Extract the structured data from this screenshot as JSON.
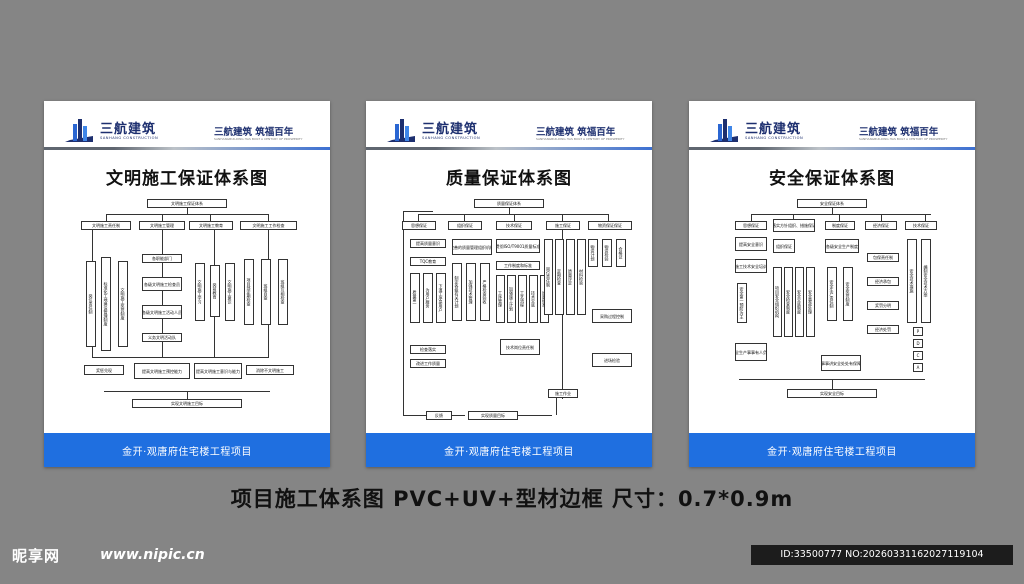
{
  "brand": {
    "name": "三航建筑",
    "sub": "SANHANG CONSTRUCTION",
    "slogan": "三航建筑  筑福百年",
    "slogan_sub": "SANHANGBUILDING HAS BUILT A CENTURY OF PROSPERITY"
  },
  "colors": {
    "navy": "#1d2f6f",
    "footer_blue": "#1f6fe0",
    "background": "#858585"
  },
  "footer_text": "金开·观唐府住宅楼工程项目",
  "boards": [
    {
      "title": "文明施工保证体系图",
      "nodes": {
        "root": "文明施工保证体系",
        "b1": "文明施工责任制",
        "b2": "文明施工管理",
        "b3": "文明施工教育",
        "b4": "文明施工工作检查",
        "v1": "岗位责任制",
        "v2": "标准化工地建设管理制度",
        "v3": "文明施工奖罚制度",
        "m1": "各职能部门",
        "m2": "各级文明施工检查员",
        "m3": "各级文明施工活动人员",
        "m4": "义务文明活动队",
        "v4": "文明施工学习",
        "v5": "岗前教育",
        "v6": "文明施工意识",
        "v7": "项目部定期检查",
        "v8": "班组自查",
        "v9": "班组互相检查",
        "r1": "奖惩兑现",
        "r2": "提高文明施工预控能力",
        "r3": "提高文明施工意识与能力",
        "r4": "消除不文明施工",
        "goal": "实现文明施工目标"
      }
    },
    {
      "title": "质量保证体系图",
      "nodes": {
        "root": "质量保证体系",
        "b1": "思想保证",
        "b2": "组织保证",
        "b3": "技术保证",
        "b4": "施工保证",
        "b5": "物资保证保证",
        "s1": "提高质量意识",
        "s2": "TQC教育",
        "s3": "质量第一",
        "s4": "为用户服务",
        "s5": "下道工序是用户",
        "o1": "完善的质量管理组织机构",
        "o2": "制定各级有关计划",
        "o3": "加强技术管理",
        "o4": "严格检查验收",
        "t1": "贯彻ISO/T9001质量标准",
        "t2": "工作制度和标准",
        "t3": "工序管理",
        "t4": "加强施工计划",
        "t5": "工艺流程",
        "t6": "技术交底",
        "t7": "质量标准",
        "t8": "技术岗位责任制",
        "c1": "岗位责任制",
        "c2": "定期检查",
        "c3": "质量评定",
        "c4": "材料检验",
        "m1": "物资计划",
        "m2": "物资检验",
        "m3": "合格证",
        "m4": "采购过程控制",
        "m5": "进场检验",
        "q1": "检查落实",
        "q2": "改进工作质量",
        "q3": "施工作业",
        "fb": "反馈",
        "goal": "实现质量目标"
      }
    },
    {
      "title": "安全保证体系图",
      "nodes": {
        "root": "安全保证体系",
        "b1": "思想保证",
        "b2": "落实方针组织、措施保证",
        "b3": "制度保证",
        "b4": "经济保证",
        "b5": "技术保证",
        "s1": "提高安全意识",
        "s2": "施工技术安全培训",
        "s3": "安全第一预防为主",
        "s4": "安全生产事事有人负责",
        "o1": "组织保证",
        "o2": "项目安全组织机构",
        "o3": "安全检查制度",
        "o4": "安全交底制度",
        "o5": "安全事故处理",
        "z1": "各级安全生产制度",
        "z2": "安全生产责任制",
        "z3": "安全奖罚制度",
        "z4": "事事讲安全处处有保障",
        "e1": "包保责任制",
        "e2": "经济承包",
        "e3": "奖罚分明",
        "e4": "经济处罚",
        "k1": "安全技术措施",
        "k2": "编制安全技术方案",
        "k3": "P",
        "k4": "D",
        "k5": "C",
        "k6": "A",
        "goal": "实现安全目标"
      }
    }
  ],
  "spec": "项目施工体系图 PVC+UV+型材边框 尺寸：0.7*0.9m",
  "watermark": {
    "logo": "昵享网",
    "url": "www.nipic.cn",
    "id": "ID:33500777 NO:20260331162027119104"
  }
}
